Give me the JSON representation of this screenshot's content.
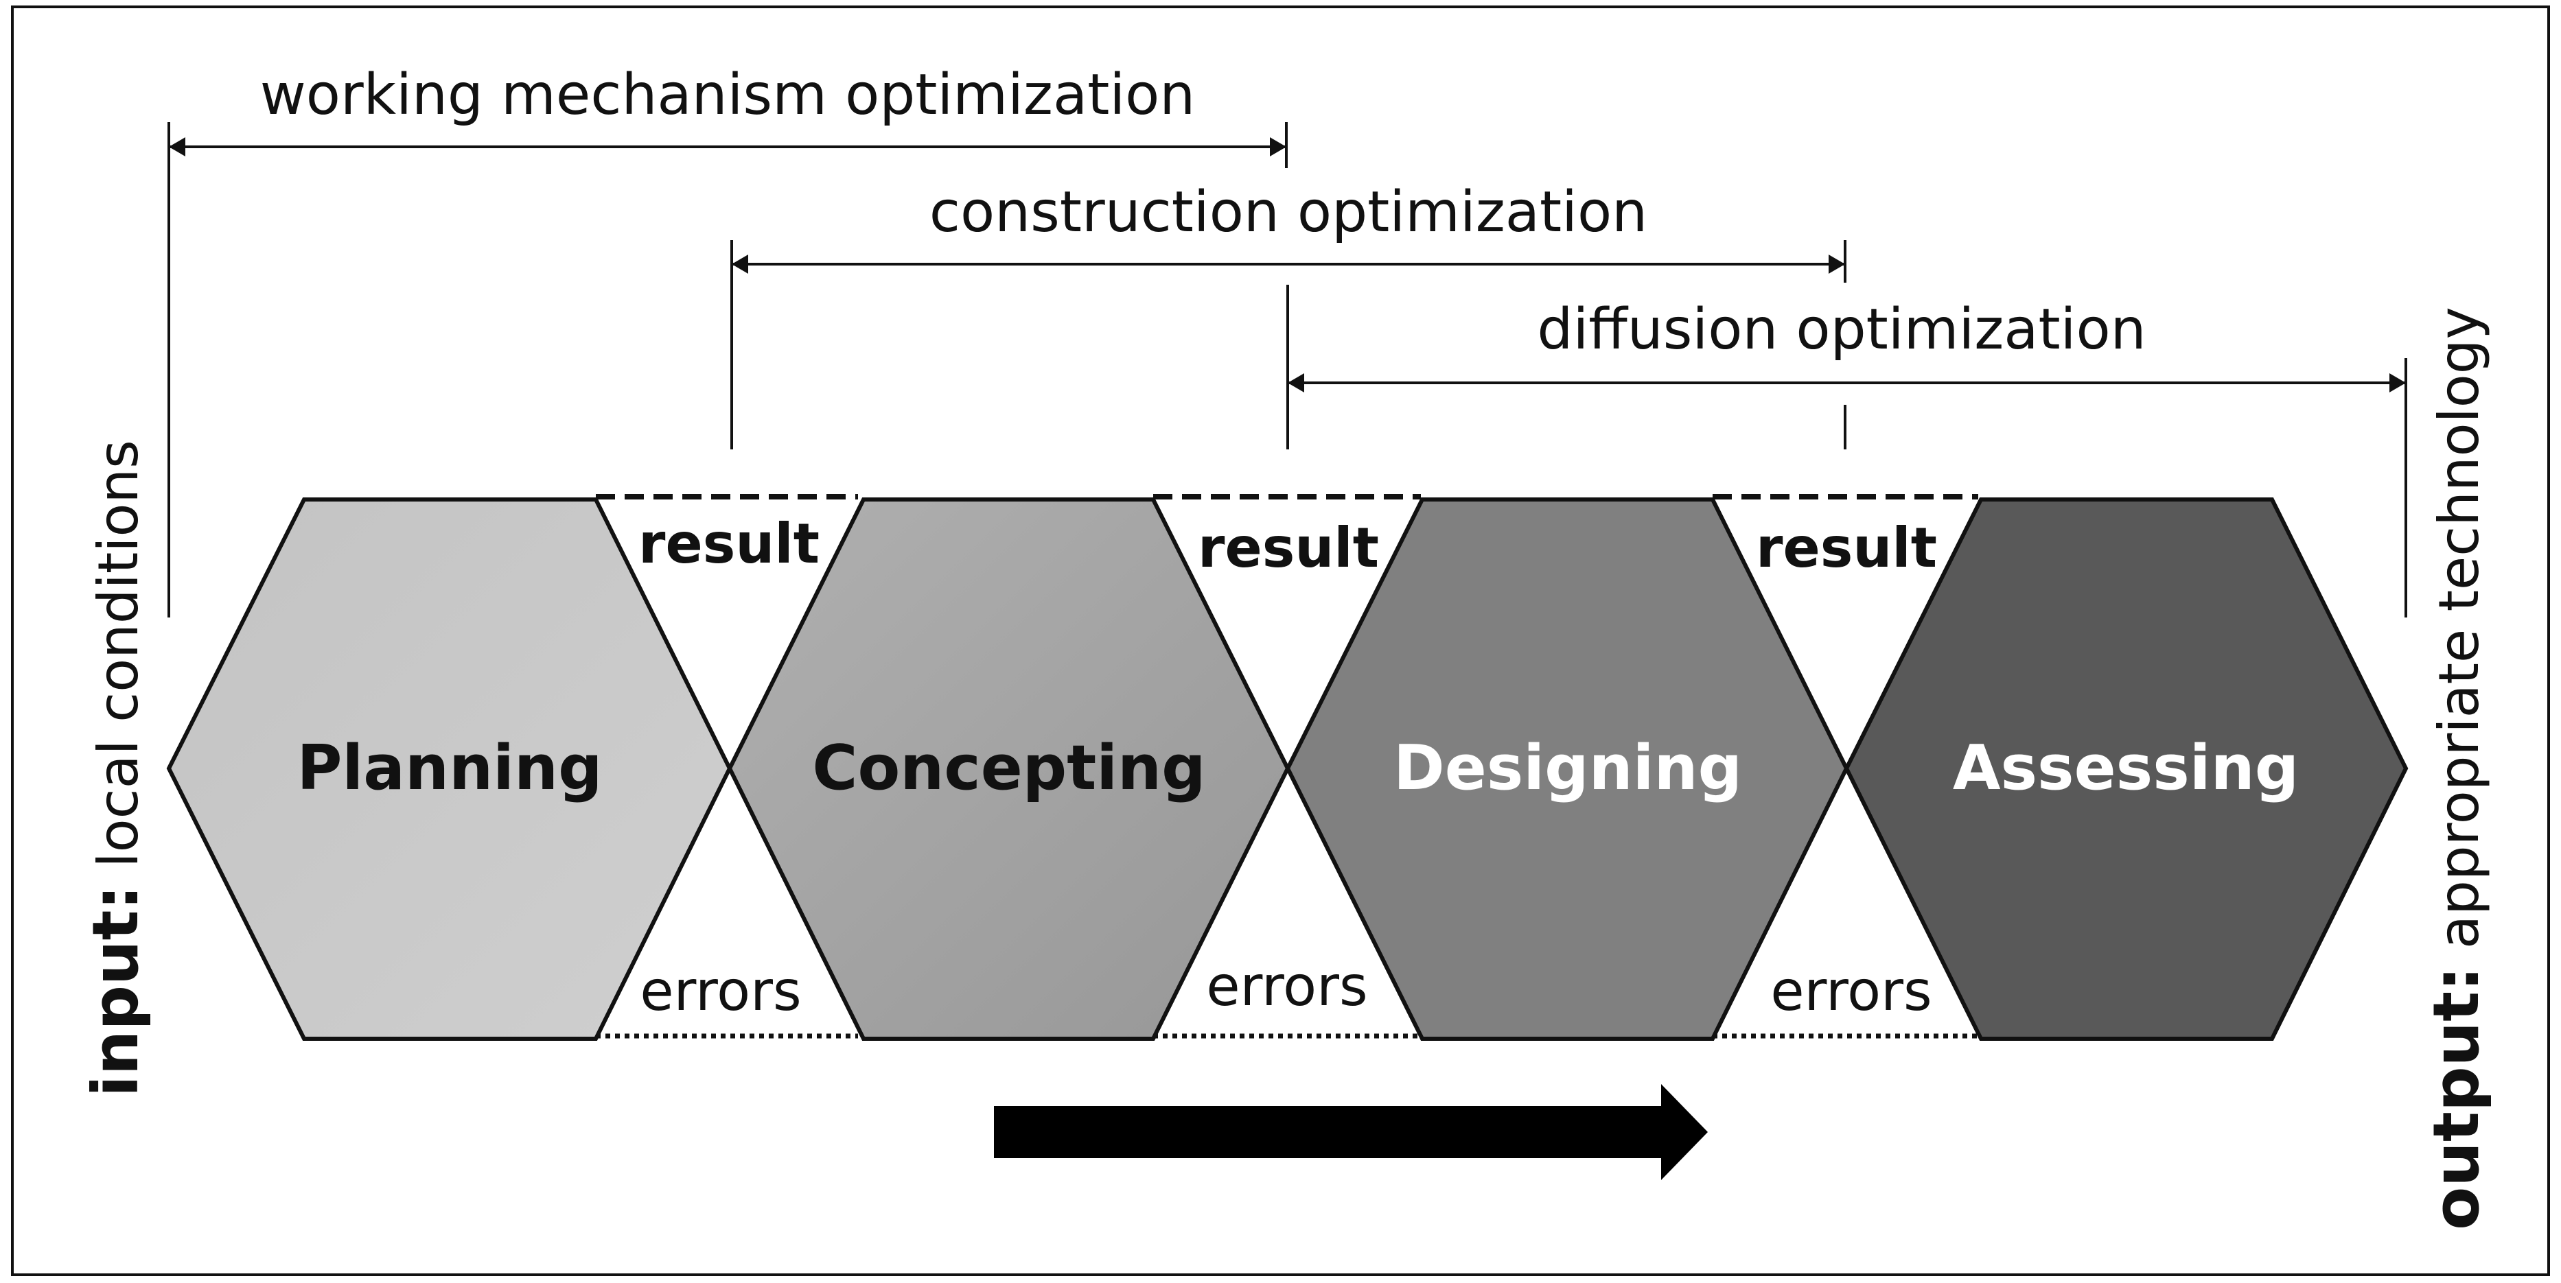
{
  "spans": [
    {
      "label": "working mechanism optimization"
    },
    {
      "label": "construction optimization"
    },
    {
      "label": "diffusion optimization"
    }
  ],
  "phases": [
    {
      "label": "Planning",
      "fill": "#c8c8c8",
      "text_color": "#111111"
    },
    {
      "label": "Concepting",
      "fill": "#a6a6a6",
      "text_color": "#111111"
    },
    {
      "label": "Designing",
      "fill": "#7f7f7f",
      "text_color": "#ffffff"
    },
    {
      "label": "Assessing",
      "fill": "#5a5a5a",
      "text_color": "#ffffff"
    }
  ],
  "connectors": [
    {
      "top": "result",
      "bottom": "errors"
    },
    {
      "top": "result",
      "bottom": "errors"
    },
    {
      "top": "result",
      "bottom": "errors"
    }
  ],
  "input": {
    "bold": "input:",
    "text": "local conditions"
  },
  "output": {
    "bold": "output:",
    "text": "appropriate technology"
  }
}
